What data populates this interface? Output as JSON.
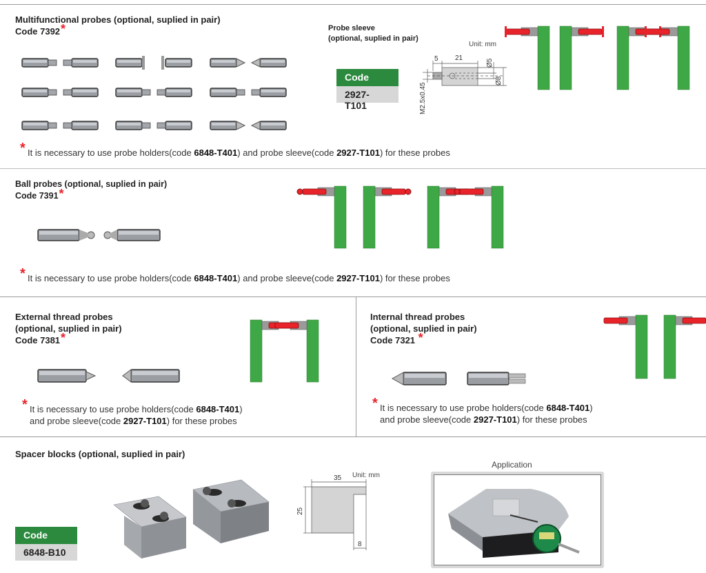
{
  "sections": {
    "multifunctional": {
      "title": "Multifunctional probes (optional, suplied in pair)",
      "code_label": "Code 7392",
      "asterisk": "*",
      "note": {
        "prefix": "It is necessary to use probe holders(code ",
        "holder_code": "6848-T401",
        "middle": ") and probe sleeve(code ",
        "sleeve_code": "2927-T101",
        "suffix": ") for these probes"
      },
      "probe_pairs": [
        "flat-cylinder",
        "disc",
        "cone-point",
        "spherical-flat",
        "pin",
        "blade",
        "small-pin",
        "knife-edge",
        "cone-point-small"
      ]
    },
    "probe_sleeve": {
      "title_line1": "Probe sleeve",
      "title_line2": "(optional, suplied in pair)",
      "unit": "Unit: mm",
      "code_header": "Code",
      "code_value": "2927-T101",
      "dims": {
        "d1": "5",
        "d2": "21",
        "dia_small": "Ø5",
        "dia_large": "Ø8",
        "thread": "M2.5x0.45"
      }
    },
    "ball": {
      "title": "Ball probes (optional, suplied in pair)",
      "code_label": "Code 7391",
      "asterisk": "*",
      "note": {
        "prefix": "It is necessary to use probe holders(code ",
        "holder_code": "6848-T401",
        "middle": ") and probe sleeve(code ",
        "sleeve_code": "2927-T101",
        "suffix": ") for these probes"
      }
    },
    "external_thread": {
      "title_line1": "External thread probes",
      "title_line2": "(optional, suplied in pair)",
      "code_label": "Code 7381",
      "asterisk": "*",
      "note": {
        "line1_prefix": "It is necessary to use probe holders(code ",
        "holder_code": "6848-T401",
        "line1_suffix": ")",
        "line2_prefix": "and probe sleeve(code ",
        "sleeve_code": "2927-T101",
        "line2_suffix": ") for these probes"
      }
    },
    "internal_thread": {
      "title_line1": "Internal thread probes",
      "title_line2": "(optional, suplied in pair)",
      "code_label": "Code 7321",
      "asterisk": "*",
      "note": {
        "line1_prefix": "It is necessary to use probe holders(code ",
        "holder_code": "6848-T401",
        "line1_suffix": ")",
        "line2_prefix": "and probe sleeve(code ",
        "sleeve_code": "2927-T101",
        "line2_suffix": ") for these probes"
      }
    },
    "spacer": {
      "title": "Spacer blocks (optional, suplied in pair)",
      "code_header": "Code",
      "code_value": "6848-B10",
      "unit": "Unit: mm",
      "dims": {
        "width": "35",
        "height": "25",
        "step": "8"
      },
      "application_label": "Application"
    }
  },
  "colors": {
    "code_green": "#2c8a3e",
    "holder_green": "#3fa846",
    "probe_red": "#e8232a",
    "code_grey": "#d7d7d7"
  }
}
